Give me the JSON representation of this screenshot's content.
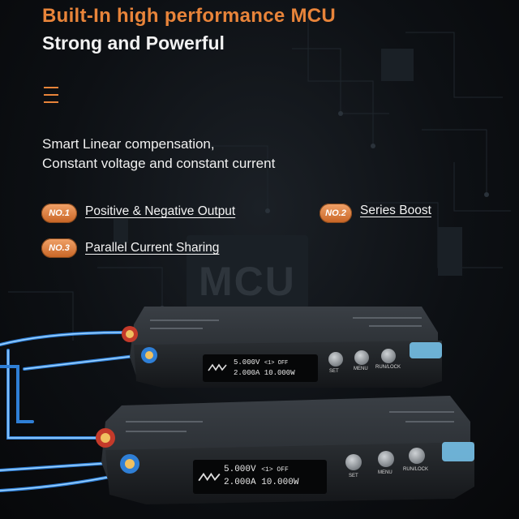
{
  "headline": "Built-In high performance MCU",
  "subheadline": "Strong and Powerful",
  "description": {
    "line1": "Smart Linear compensation,",
    "line2": "Constant voltage and constant current"
  },
  "features": [
    {
      "badge": "NO.1",
      "label": "Positive & Negative Output"
    },
    {
      "badge": "NO.2",
      "label": "Series Boost"
    },
    {
      "badge": "NO.3",
      "label": "Parallel Current Sharing"
    }
  ],
  "background_label": "MCU",
  "devices": [
    {
      "display": {
        "line1": "5.000V",
        "line1_status": "<1> OFF",
        "line2": "2.000A 10.000W"
      },
      "buttons": [
        "SET",
        "MENU",
        "RUN/LOCK"
      ]
    },
    {
      "display": {
        "line1": "5.000V",
        "line1_status": "<1> OFF",
        "line2": "2.000A 10.000W"
      },
      "buttons": [
        "SET",
        "MENU",
        "RUN/LOCK"
      ]
    }
  ],
  "colors": {
    "accent": "#e8843a",
    "cable": "#4aa8ff",
    "background": "#0b0d10"
  }
}
